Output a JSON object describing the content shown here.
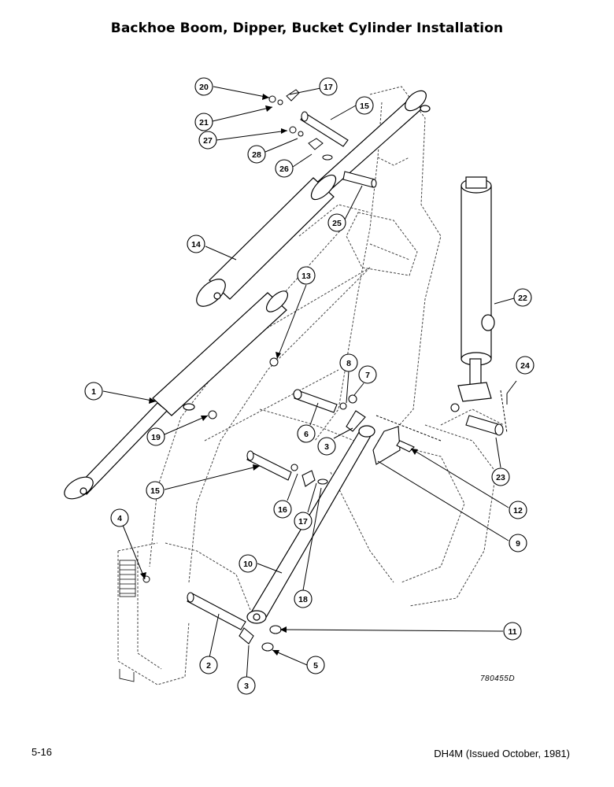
{
  "title": "Backhoe Boom, Dipper, Bucket Cylinder Installation",
  "figure_number": "780455D",
  "footer": {
    "page": "5-16",
    "manual": "DH4M (Issued October, 1981)"
  },
  "callouts": [
    {
      "id": "c20",
      "label": "20"
    },
    {
      "id": "c17a",
      "label": "17"
    },
    {
      "id": "c15a",
      "label": "15"
    },
    {
      "id": "c21",
      "label": "21"
    },
    {
      "id": "c27",
      "label": "27"
    },
    {
      "id": "c28",
      "label": "28"
    },
    {
      "id": "c26",
      "label": "26"
    },
    {
      "id": "c25",
      "label": "25"
    },
    {
      "id": "c14",
      "label": "14"
    },
    {
      "id": "c13",
      "label": "13"
    },
    {
      "id": "c22",
      "label": "22"
    },
    {
      "id": "c1",
      "label": "1"
    },
    {
      "id": "c8",
      "label": "8"
    },
    {
      "id": "c7",
      "label": "7"
    },
    {
      "id": "c24",
      "label": "24"
    },
    {
      "id": "c19",
      "label": "19"
    },
    {
      "id": "c6",
      "label": "6"
    },
    {
      "id": "c3a",
      "label": "3"
    },
    {
      "id": "c23",
      "label": "23"
    },
    {
      "id": "c15b",
      "label": "15"
    },
    {
      "id": "c16",
      "label": "16"
    },
    {
      "id": "c17b",
      "label": "17"
    },
    {
      "id": "c12",
      "label": "12"
    },
    {
      "id": "c9",
      "label": "9"
    },
    {
      "id": "c4",
      "label": "4"
    },
    {
      "id": "c10",
      "label": "10"
    },
    {
      "id": "c18",
      "label": "18"
    },
    {
      "id": "c11",
      "label": "11"
    },
    {
      "id": "c2",
      "label": "2"
    },
    {
      "id": "c5",
      "label": "5"
    },
    {
      "id": "c3b",
      "label": "3"
    }
  ]
}
